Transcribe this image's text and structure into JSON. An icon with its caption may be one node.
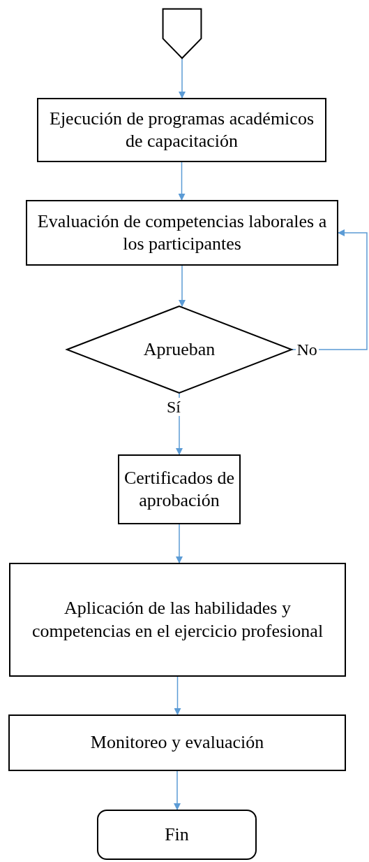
{
  "diagram": {
    "nodes": [
      {
        "text": [],
        "shape": "pentagon"
      },
      {
        "text": [
          "Ejecución de programas académicos de capacitación"
        ]
      },
      {
        "text": [
          "Evaluación de competencias laborales a los participantes"
        ]
      },
      {
        "text": [
          "Aprueban"
        ]
      },
      {
        "text": [
          "Certificados de aprobación"
        ]
      },
      {
        "text": [
          "Aplicación de las habilidades y competencias en el ejercicio profesional"
        ]
      },
      {
        "text": [
          "Monitoreo y evaluación"
        ]
      },
      {
        "text": [
          "Fin"
        ]
      }
    ],
    "edges": [
      {
        "from": 0,
        "to": 1,
        "arrow": "to"
      },
      {
        "from": 1,
        "to": 2,
        "arrow": "to"
      },
      {
        "from": 2,
        "to": 3,
        "arrow": "to"
      },
      {
        "from": 3,
        "to": 4,
        "arrow": "to",
        "label": "Sí"
      },
      {
        "from": 3,
        "to": 2,
        "arrow": "to",
        "label": "No"
      },
      {
        "from": 4,
        "to": 5,
        "arrow": "to"
      },
      {
        "from": 5,
        "to": 6,
        "arrow": "to"
      },
      {
        "from": 6,
        "to": 7,
        "arrow": "to"
      }
    ]
  }
}
